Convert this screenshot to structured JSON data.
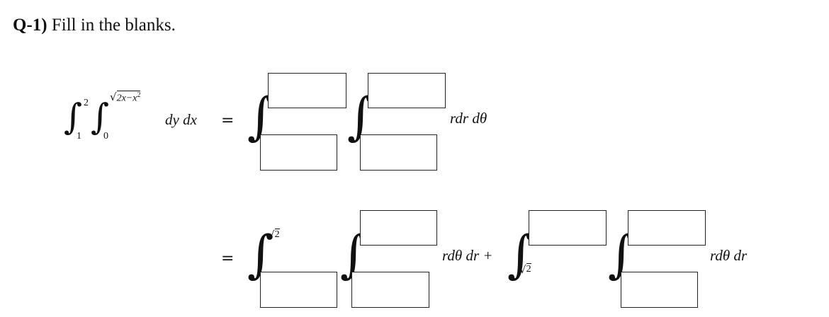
{
  "question": {
    "number": "Q-1)",
    "instruction": "Fill in the blanks."
  },
  "line1": {
    "outer_lower": "1",
    "outer_upper": "2",
    "inner_lower": "0",
    "inner_upper_radicand": "2x−x",
    "inner_upper_exponent": "2",
    "differentials": "dy dx",
    "equals": "=",
    "rhs_integrand": "rdr dθ"
  },
  "line2": {
    "equals": "=",
    "first_outer_upper_radicand": "2",
    "first_integrand": "rdθ dr +",
    "second_outer_lower_radicand": "2",
    "second_integrand": "rdθ dr"
  }
}
